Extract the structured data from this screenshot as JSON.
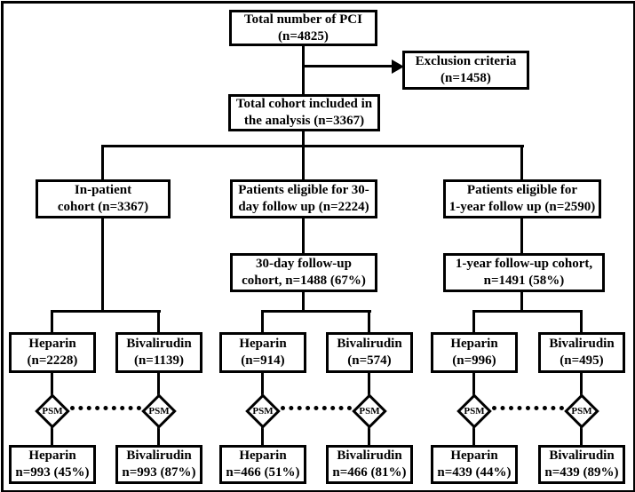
{
  "diagram": {
    "title_semantic": "PCI cohort propensity-score-matching flow diagram",
    "total": {
      "line1": "Total number of PCI",
      "line2": "(n=4825)"
    },
    "exclusion": {
      "line1": "Exclusion criteria",
      "line2": "(n=1458)"
    },
    "cohort": {
      "line1": "Total cohort included in",
      "line2": "the analysis (n=3367)"
    },
    "branches": [
      {
        "eligible": {
          "line1": "In-patient",
          "line2": "cohort (n=3367)"
        },
        "heparin": {
          "line1": "Heparin",
          "line2": "(n=2228)"
        },
        "bivalirudin": {
          "line1": "Bivalirudin",
          "line2": "(n=1139)"
        },
        "psm": "PSM",
        "heparin_matched": {
          "line1": "Heparin",
          "line2": "n=993 (45%)"
        },
        "bivalirudin_matched": {
          "line1": "Bivalirudin",
          "line2": "n=993 (87%)"
        }
      },
      {
        "eligible": {
          "line1": "Patients eligible for 30-",
          "line2": "day follow up (n=2224)"
        },
        "followup": {
          "line1": "30-day follow-up",
          "line2": "cohort, n=1488 (67%)"
        },
        "heparin": {
          "line1": "Heparin",
          "line2": "(n=914)"
        },
        "bivalirudin": {
          "line1": "Bivalirudin",
          "line2": "(n=574)"
        },
        "psm": "PSM",
        "heparin_matched": {
          "line1": "Heparin",
          "line2": "n=466 (51%)"
        },
        "bivalirudin_matched": {
          "line1": "Bivalirudin",
          "line2": "n=466 (81%)"
        }
      },
      {
        "eligible": {
          "line1": "Patients eligible for",
          "line2": "1-year follow up (n=2590)"
        },
        "followup": {
          "line1": "1-year follow-up cohort,",
          "line2": "n=1491 (58%)"
        },
        "heparin": {
          "line1": "Heparin",
          "line2": "(n=996)"
        },
        "bivalirudin": {
          "line1": "Bivalirudin",
          "line2": "(n=495)"
        },
        "psm": "PSM",
        "heparin_matched": {
          "line1": "Heparin",
          "line2": "n=439 (44%)"
        },
        "bivalirudin_matched": {
          "line1": "Bivalirudin",
          "line2": "n=439 (89%)"
        }
      }
    ],
    "colors": {
      "line": "#000000",
      "box_fill": "#ffffff",
      "background": "#ffffff"
    }
  }
}
